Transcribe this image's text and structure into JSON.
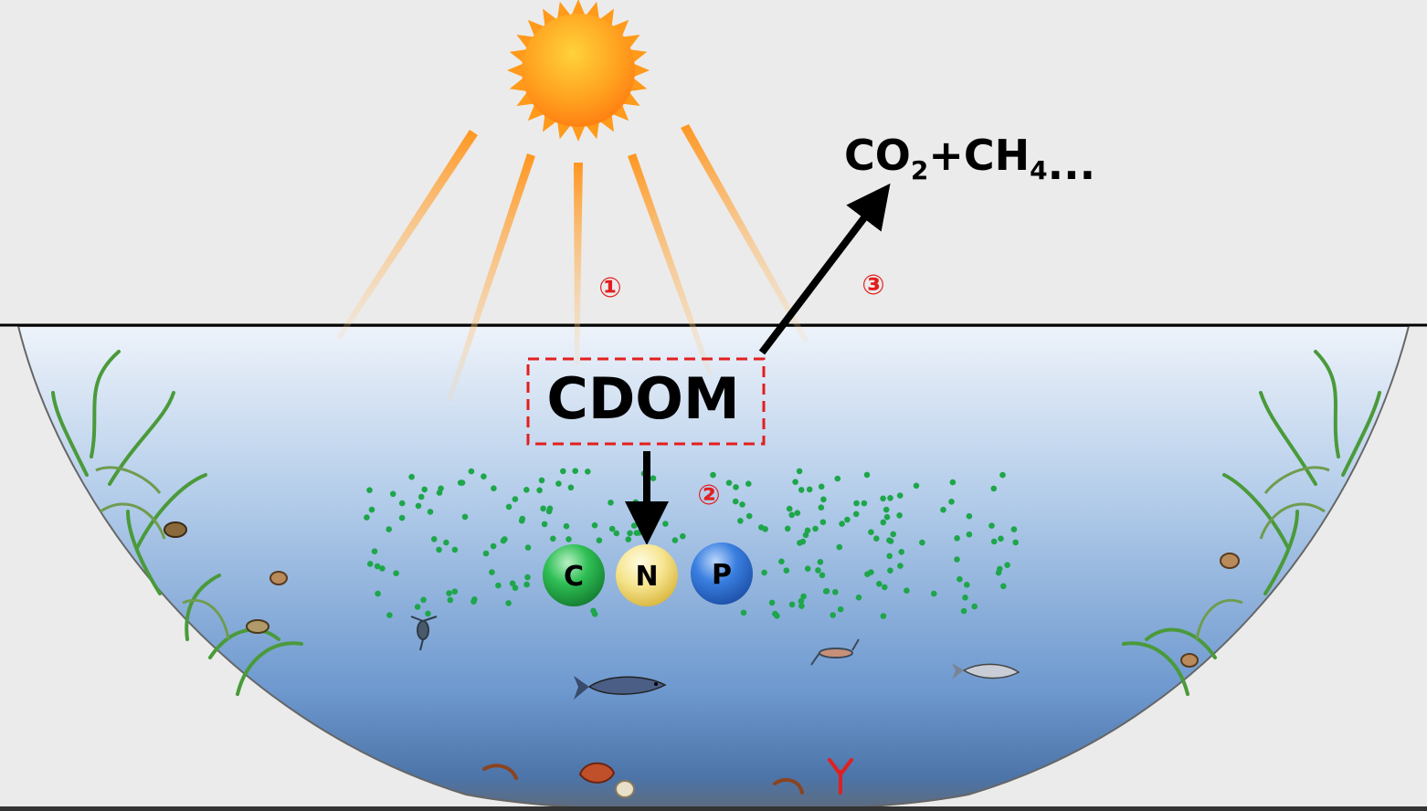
{
  "diagram": {
    "center_label": "CDOM",
    "gas_product": {
      "co": "CO",
      "sub2": "2",
      "plus_ch": "+CH",
      "sub4": "4",
      "ellipsis": "..."
    },
    "steps": [
      "①",
      "②",
      "③"
    ],
    "nutrients": [
      "C",
      "N",
      "P"
    ]
  },
  "colors": {
    "background": "#ebebeb",
    "water_top": "#e6eff8",
    "water_mid": "#8fb1dd",
    "water_bottom": "#4f7fbe",
    "sun": "#ff9a1a",
    "step_label": "#e31e1e",
    "dashed_box": "#e31e1e",
    "dots": "#1ea64a",
    "nutrient_c": "#1ea64a",
    "nutrient_n": "#f2e07a",
    "nutrient_p": "#2f6fd0"
  },
  "icons": [
    "sun-icon",
    "aquatic-plant-icon",
    "fish-icon",
    "shrimp-icon",
    "crayfish-icon",
    "shell-icon",
    "zooplankton-icon"
  ]
}
